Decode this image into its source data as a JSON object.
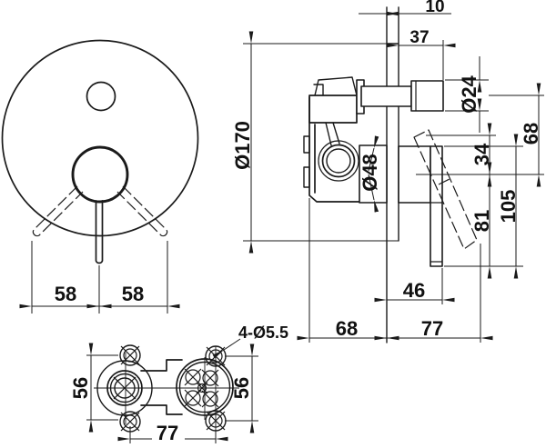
{
  "drawing": {
    "front": {
      "dim_left": "58",
      "dim_right": "58",
      "plate_diameter": "Ø170"
    },
    "side": {
      "plate_thickness": "10",
      "spout_length": "37",
      "spout_diameter": "Ø24",
      "spout_to_handle": "68",
      "handle_offset": "34",
      "drop_total": "105",
      "drop_below_center": "81",
      "wall_to_spout": "46",
      "body_depth": "68",
      "handle_reach": "77",
      "cartridge_diameter": "Ø48"
    },
    "bottom": {
      "height_left": "56",
      "height_right": "56",
      "hole_spacing": "77",
      "holes_note": "4-Ø5.5"
    }
  }
}
